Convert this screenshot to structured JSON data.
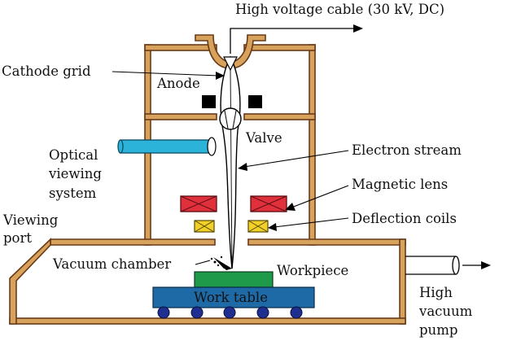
{
  "labels": {
    "cable": "High voltage cable (30 kV, DC)",
    "cathode": "Cathode grid",
    "anode": "Anode",
    "valve": "Valve",
    "electron_stream": "Electron stream",
    "optical_1": "Optical",
    "optical_2": "viewing",
    "optical_3": "system",
    "magnetic_lens": "Magnetic lens",
    "viewing_1": "Viewing",
    "viewing_2": "port",
    "deflection": "Deflection coils",
    "vacuum_chamber": "Vacuum chamber",
    "workpiece": "Workpiece",
    "work_table": "Work table",
    "pump_1": "High",
    "pump_2": "vacuum",
    "pump_3": "pump"
  },
  "colors": {
    "chamber_wall": "#d7a25c",
    "chamber_outline": "#6b3a18",
    "magnetic_lens": "#e0303c",
    "deflection_coils": "#f2d02a",
    "optical_tube": "#2bb3d9",
    "workpiece": "#1f9a4a",
    "work_table": "#1e6aa6",
    "rollers": "#1e2f8f",
    "anode": "#000000"
  }
}
